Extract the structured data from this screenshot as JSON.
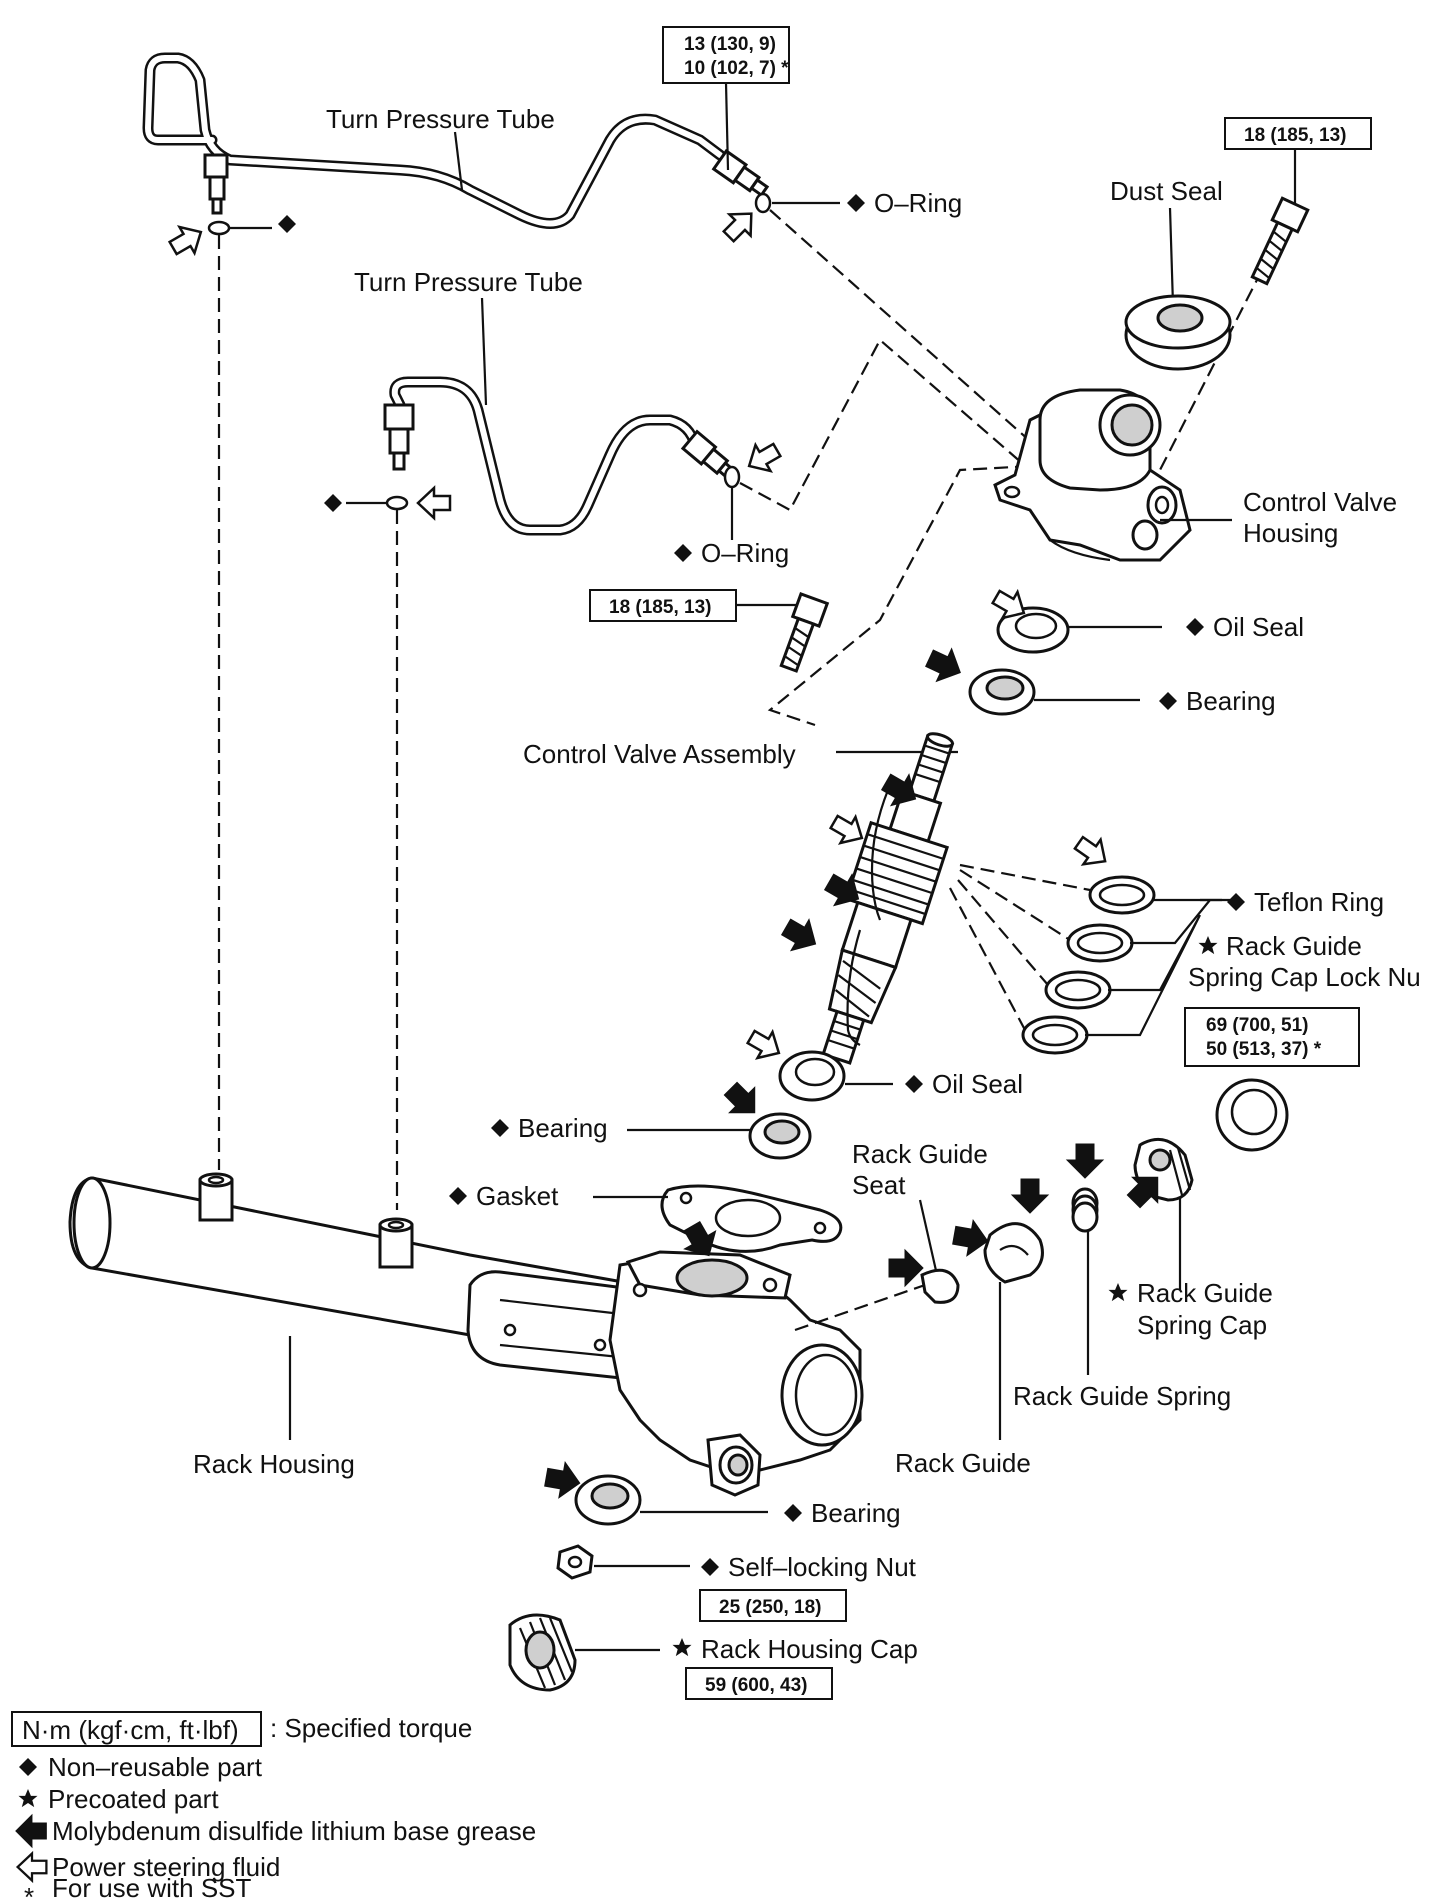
{
  "labels": {
    "turn_pressure_tube_1": "Turn Pressure Tube",
    "turn_pressure_tube_2": "Turn Pressure Tube",
    "o_ring_1": "O–Ring",
    "o_ring_2": "O–Ring",
    "dust_seal": "Dust Seal",
    "control_valve_housing_1": "Control Valve",
    "control_valve_housing_2": "Housing",
    "oil_seal_1": "Oil Seal",
    "bearing_1": "Bearing",
    "control_valve_assembly": "Control Valve Assembly",
    "teflon_ring": "Teflon Ring",
    "lock_nut_1": "Rack Guide",
    "lock_nut_2": "Spring Cap Lock Nu",
    "oil_seal_2": "Oil Seal",
    "bearing_2": "Bearing",
    "rack_guide_seat_1": "Rack Guide",
    "rack_guide_seat_2": "Seat",
    "gasket": "Gasket",
    "spring_cap_1": "Rack Guide",
    "spring_cap_2": "Spring Cap",
    "rack_guide_spring": "Rack Guide Spring",
    "rack_guide": "Rack Guide",
    "rack_housing": "Rack Housing",
    "bearing_3": "Bearing",
    "self_locking_nut": "Self–locking Nut",
    "rack_housing_cap": "Rack Housing Cap"
  },
  "torques": {
    "tube_union_1": "13 (130, 9)",
    "tube_union_2": "10 (102, 7) *",
    "housing_bolt_top": "18 (185, 13)",
    "housing_bolt_mid": "18 (185, 13)",
    "lock_nut_1": "69 (700, 51)",
    "lock_nut_2": "50 (513, 37) *",
    "self_locking_nut": "25 (250, 18)",
    "rack_housing_cap": "59 (600, 43)"
  },
  "legend": {
    "unit_box": "N·m (kgf·cm, ft·lbf)",
    "unit_desc": ": Specified torque",
    "non_reusable": "Non–reusable part",
    "precoated": "Precoated part",
    "grease": "Molybdenum disulfide lithium base grease",
    "fluid": "Power steering fluid",
    "sst_mark": "*",
    "sst": "For use with SST"
  },
  "symbols": {
    "diamond": "diamond-icon",
    "star": "star-icon",
    "solid_arrow": "solid-arrow-icon",
    "hollow_arrow": "hollow-arrow-icon"
  }
}
